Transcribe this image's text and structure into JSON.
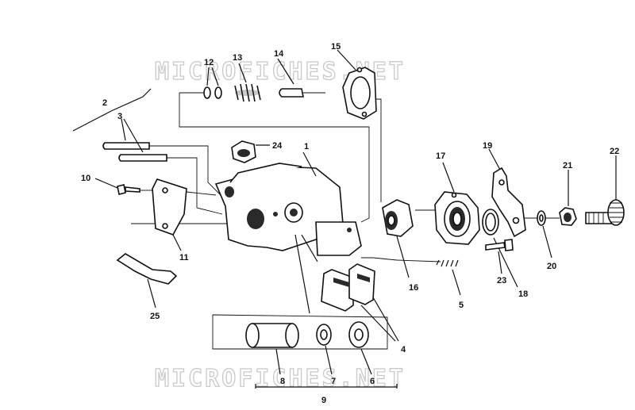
{
  "watermarks": [
    "MICROFICHES.NET",
    "MICROFICHES.NET"
  ],
  "callouts": {
    "c1": "1",
    "c2": "2",
    "c3": "3",
    "c4": "4",
    "c5": "5",
    "c6": "6",
    "c7": "7",
    "c8": "8",
    "c9": "9",
    "c10": "10",
    "c11": "11",
    "c12": "12",
    "c13": "13",
    "c14": "14",
    "c15": "15",
    "c16": "16",
    "c17": "17",
    "c18": "18",
    "c19": "19",
    "c20": "20",
    "c21": "21",
    "c22": "22",
    "c23": "23",
    "c24": "24",
    "c25": "25"
  }
}
